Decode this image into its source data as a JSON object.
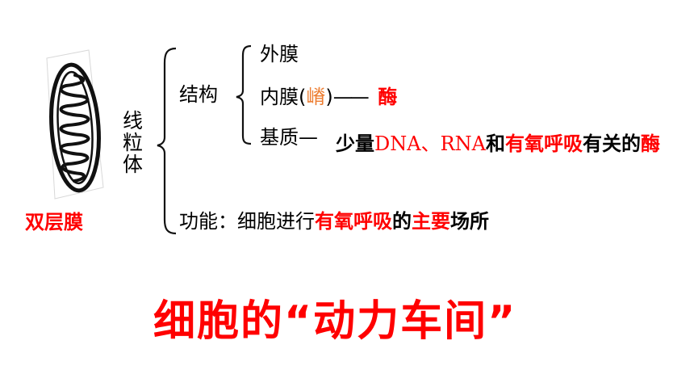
{
  "diagram": {
    "membrane_label": "双层膜",
    "organelle_name": "线粒体",
    "structure_label": "结构",
    "outer_membrane": "外膜",
    "inner_membrane": {
      "prefix": "内膜(",
      "cristae": "嵴",
      "suffix": ")",
      "dash": "——",
      "content": "酶"
    },
    "matrix": {
      "label": "基质",
      "dash": "—",
      "segments": [
        {
          "text": "少量",
          "style": "black"
        },
        {
          "text": "DNA、RNA",
          "style": "red-serif"
        },
        {
          "text": "和",
          "style": "black"
        },
        {
          "text": "有氧呼吸",
          "style": "red"
        },
        {
          "text": "有关的",
          "style": "black"
        },
        {
          "text": "酶",
          "style": "red"
        }
      ]
    },
    "function": {
      "segments": [
        {
          "text": "功能：",
          "style": "normal"
        },
        {
          "text": "细胞进行",
          "style": "normal"
        },
        {
          "text": "有氧呼吸",
          "style": "red"
        },
        {
          "text": "的",
          "style": "black"
        },
        {
          "text": "主要",
          "style": "red"
        },
        {
          "text": "场所",
          "style": "black"
        }
      ]
    }
  },
  "slogan": "细胞的“动力车间”",
  "colors": {
    "accent_red": "#ff0000",
    "cristae_orange": "#ed7d31",
    "text": "#000000"
  },
  "icons": {
    "organelle": "mitochondrion-illustration"
  }
}
